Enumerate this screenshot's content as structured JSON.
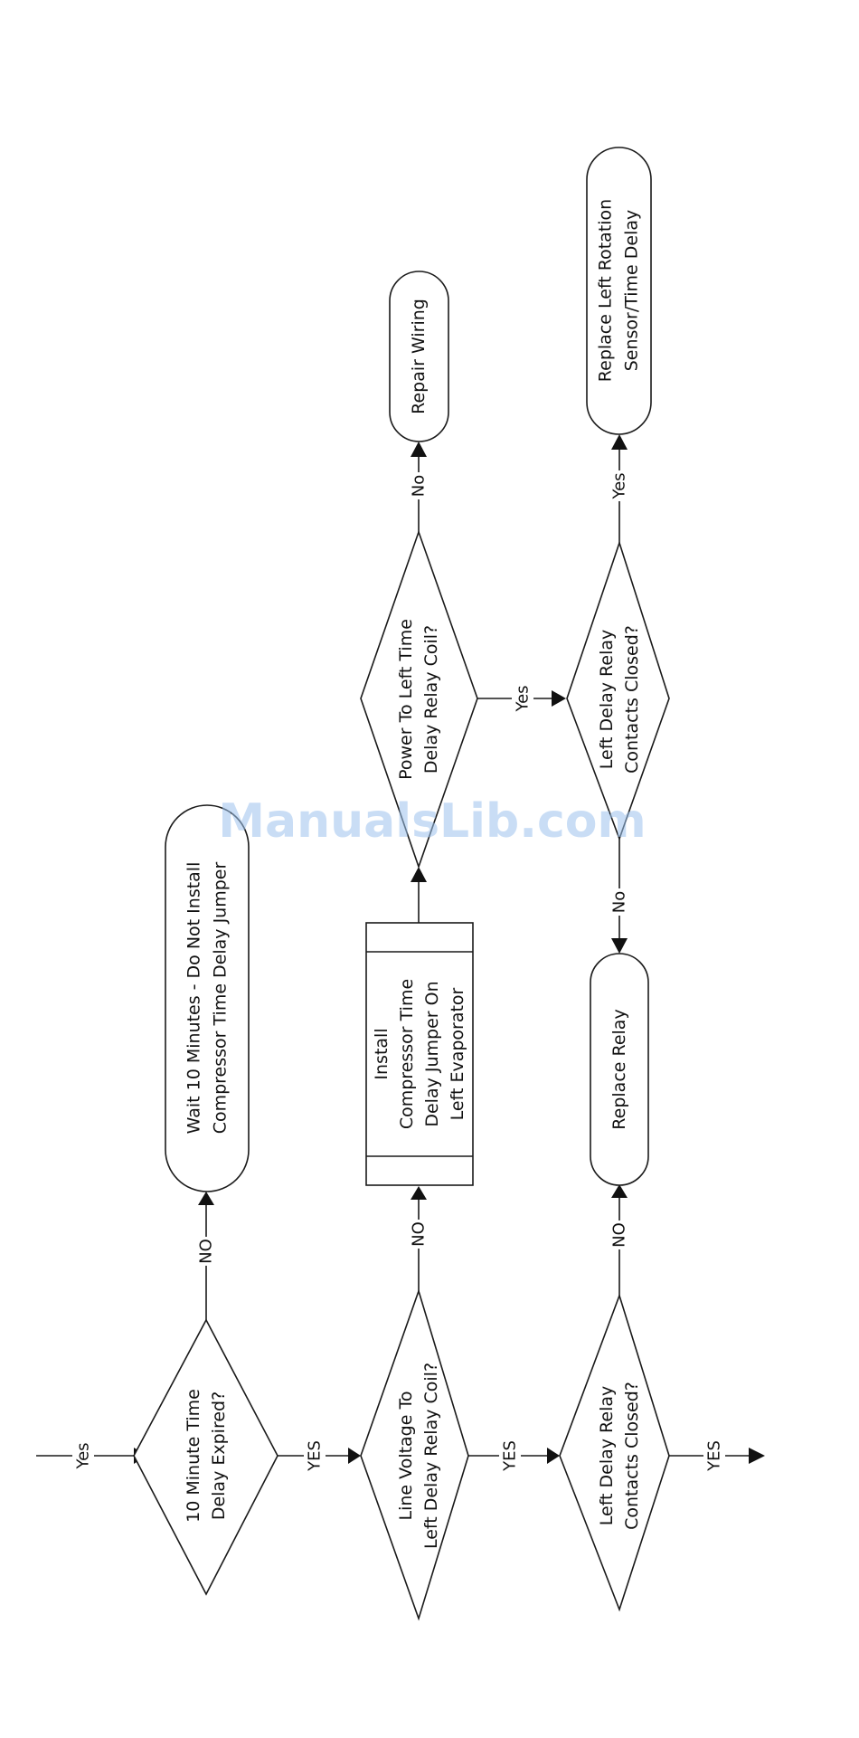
{
  "nodes": {
    "d1": [
      "10 Minute Time",
      "Delay Expired?"
    ],
    "d2": [
      "Line Voltage To",
      "Left Delay Relay Coil?"
    ],
    "d3": [
      "Left Delay Relay",
      "Contacts Closed?"
    ],
    "t1": [
      "Wait 10 Minutes  -  Do Not Install",
      "Compressor Time Delay Jumper"
    ],
    "p1": [
      "Install",
      "Compressor Time",
      "Delay Jumper On",
      "Left Evaporator"
    ],
    "t2": [
      "Replace Relay"
    ],
    "d4": [
      "Power To Left Time",
      "Delay Relay Coil?"
    ],
    "t3": [
      "Repair Wiring"
    ],
    "d5": [
      "Left Delay Relay",
      "Contacts Closed?"
    ],
    "t4": [
      "Replace Left Rotation",
      "Sensor/Time Delay"
    ]
  },
  "labels": {
    "entry": "Yes",
    "d1_yes": "YES",
    "d1_no": "NO",
    "d2_yes": "YES",
    "d2_no": "NO",
    "d3_yes": "YES",
    "d3_no": "NO",
    "d4_no": "No",
    "d4_yes": "Yes",
    "d5_no": "No",
    "d5_yes": "Yes"
  },
  "watermark": "ManualsLib.com"
}
